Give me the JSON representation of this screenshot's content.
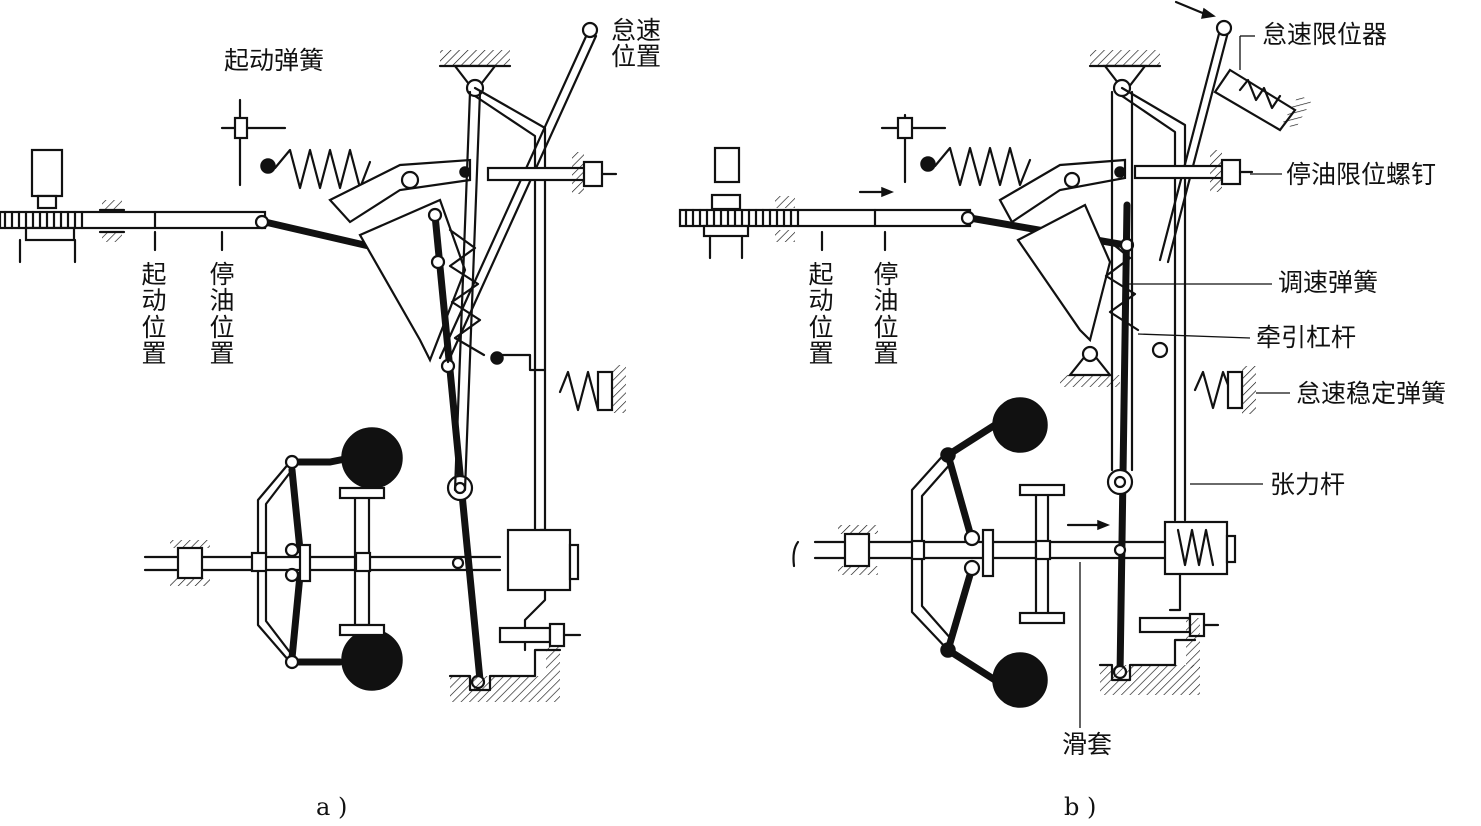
{
  "panel_a": {
    "caption": "a )",
    "labels": {
      "start_spring": "起动弹簧",
      "overspeed_position": "怠速位置",
      "start_position": "起动位置",
      "stop_position": "停油位置"
    }
  },
  "panel_b": {
    "caption": "b )",
    "labels": {
      "overspeed_limiter": "怠速限位器",
      "stop_limit_screw": "停油限位螺钉",
      "governor_spring": "调速弹簧",
      "traction_lever": "牵引杠杆",
      "idle_stabilizer_spring": "怠速稳定弹簧",
      "tension_lever": "张力杆",
      "sliding_sleeve": "滑套",
      "start_position": "起动位置",
      "stop_position": "停油位置"
    }
  }
}
